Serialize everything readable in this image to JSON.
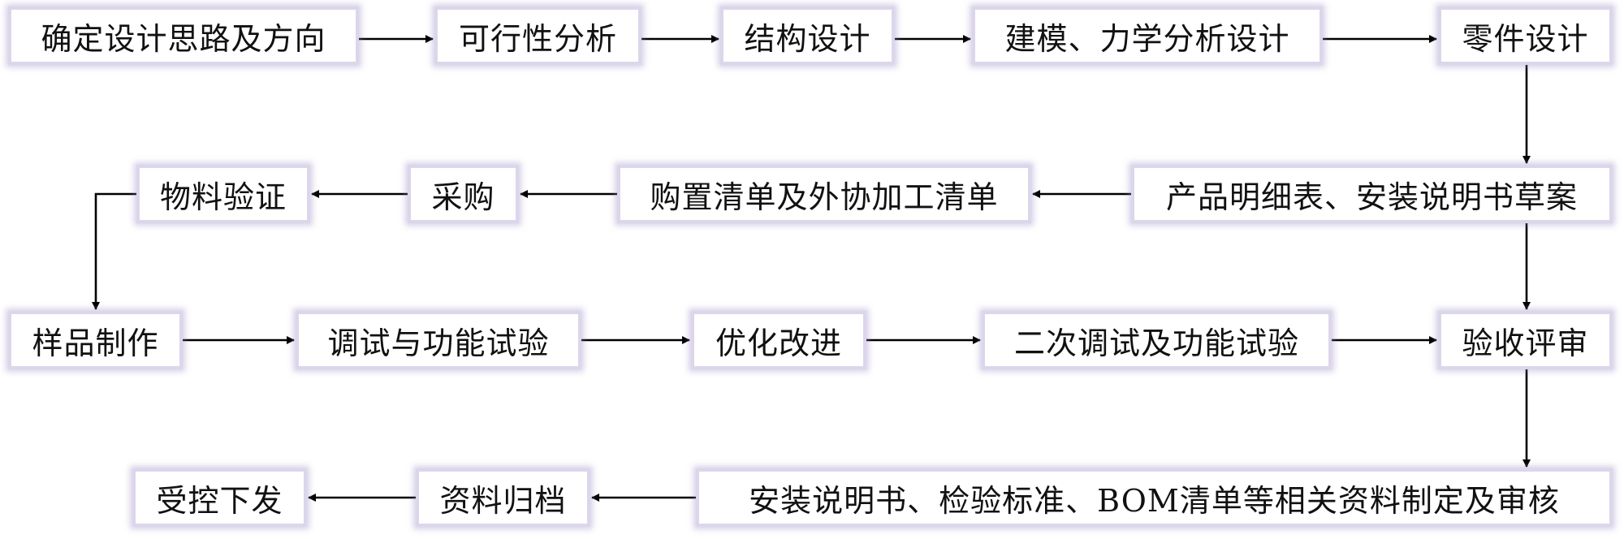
{
  "diagram": {
    "nodes": {
      "n1": "确定设计思路及方向",
      "n2": "可行性分析",
      "n3": "结构设计",
      "n4": "建模、力学分析设计",
      "n5": "零件设计",
      "n6": "产品明细表、安装说明书草案",
      "n7": "购置清单及外协加工清单",
      "n8": "采购",
      "n9": "物料验证",
      "n10": "样品制作",
      "n11": "调试与功能试验",
      "n12": "优化改进",
      "n13": "二次调试及功能试验",
      "n14": "验收评审",
      "n15": "安装说明书、检验标准、BOM清单等相关资料制定及审核",
      "n16": "资料归档",
      "n17": "受控下发"
    },
    "edges": [
      [
        "n1",
        "n2"
      ],
      [
        "n2",
        "n3"
      ],
      [
        "n3",
        "n4"
      ],
      [
        "n4",
        "n5"
      ],
      [
        "n5",
        "n6"
      ],
      [
        "n6",
        "n7"
      ],
      [
        "n7",
        "n8"
      ],
      [
        "n8",
        "n9"
      ],
      [
        "n9",
        "n10"
      ],
      [
        "n10",
        "n11"
      ],
      [
        "n11",
        "n12"
      ],
      [
        "n12",
        "n13"
      ],
      [
        "n13",
        "n14"
      ],
      [
        "n14",
        "n15"
      ],
      [
        "n15",
        "n16"
      ],
      [
        "n16",
        "n17"
      ]
    ],
    "colors": {
      "box_border": "#dcd6ea",
      "box_glow": "#9687c3",
      "arrow": "#000000"
    }
  }
}
